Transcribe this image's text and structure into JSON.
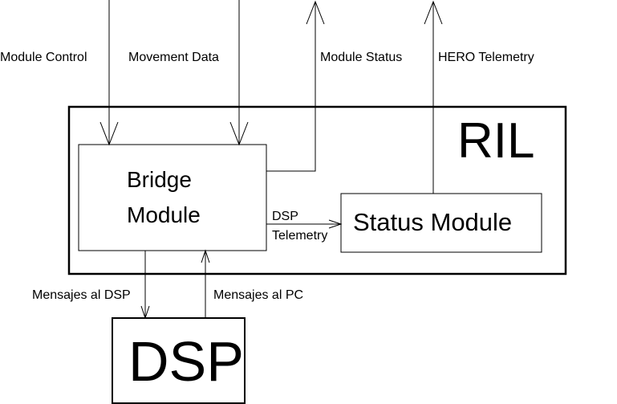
{
  "labels": {
    "module_control": "Module Control",
    "movement_data": "Movement Data",
    "module_status": "Module Status",
    "hero_telemetry": "HERO Telemetry",
    "ril": "RIL",
    "bridge_line1": "Bridge",
    "bridge_line2": "Module",
    "status_module": "Status Module",
    "dsp_telemetry_line1": "DSP",
    "dsp_telemetry_line2": "Telemetry",
    "mensajes_al_dsp": "Mensajes al DSP",
    "mensajes_al_pc": "Mensajes al PC",
    "dsp": "DSP"
  }
}
